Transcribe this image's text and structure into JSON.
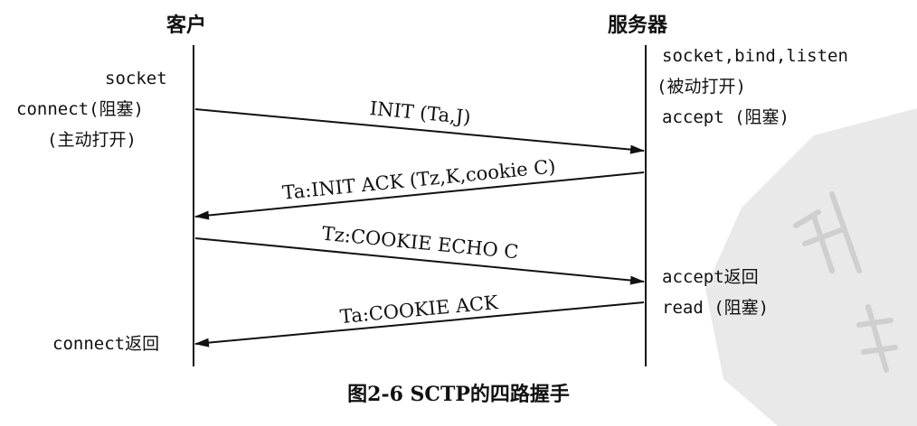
{
  "columns": {
    "client": "客户",
    "server": "服务器"
  },
  "client_notes": {
    "socket": "socket",
    "connect": "connect(阻塞)",
    "active_open": "(主动打开)",
    "connect_return": "connect返回"
  },
  "server_notes": {
    "socket_bind_listen": "socket,bind,listen",
    "passive_open": "(被动打开)",
    "accept_block": "accept (阻塞)",
    "accept_return": "accept返回",
    "read_block": "read (阻塞)"
  },
  "messages": [
    {
      "text": "INIT (Ta,J)",
      "direction": "client-to-server"
    },
    {
      "text": "Ta:INIT ACK (Tz,K,cookie C)",
      "direction": "server-to-client"
    },
    {
      "text": "Tz:COOKIE ECHO C",
      "direction": "client-to-server"
    },
    {
      "text": "Ta:COOKIE ACK",
      "direction": "server-to-client"
    }
  ],
  "caption": "图2-6   SCTP的四路握手",
  "colors": {
    "ink": "#111111",
    "watermark": "#e7e7e7"
  }
}
